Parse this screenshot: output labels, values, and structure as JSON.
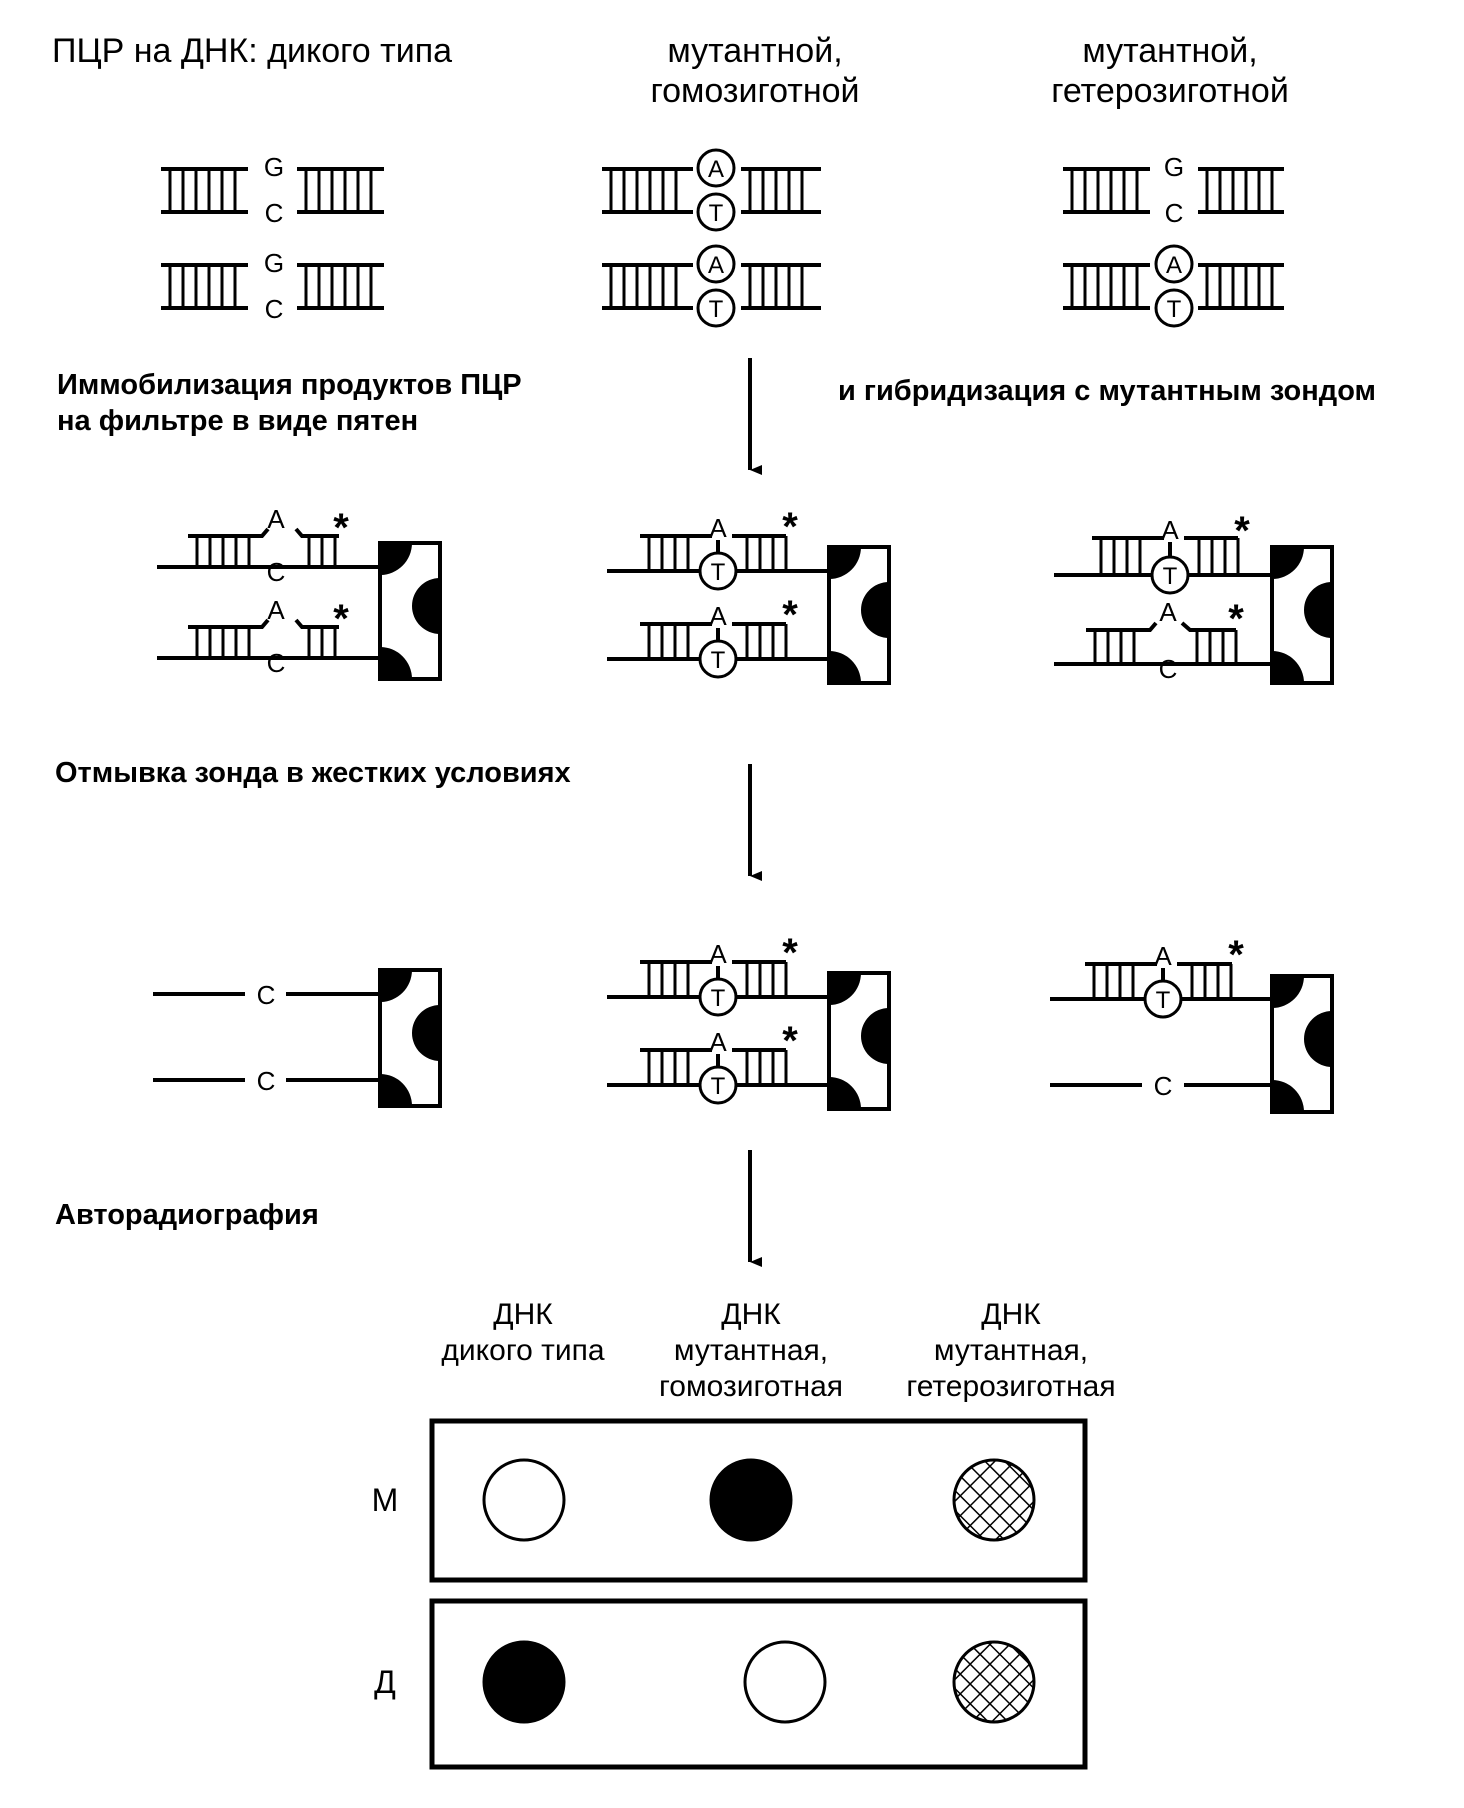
{
  "header": {
    "pcr": "ПЦР на ДНК: дикого типа",
    "mut_homo": [
      "мутантной,",
      "гомозиготной"
    ],
    "mut_hetero": [
      "мутантной,",
      "гетерозиготной"
    ]
  },
  "steps": {
    "immobilization": [
      "Иммобилизация продуктов ПЦР",
      "на фильтре в виде пятен"
    ],
    "hybridization": "и гибридизация с мутантным зондом",
    "wash": "Отмывка зонда в жестких условиях",
    "autoradiography": "Авторадиография"
  },
  "bases": {
    "g": "G",
    "c": "C",
    "a": "A",
    "t": "T"
  },
  "probe_mark": "*",
  "results": {
    "columns": [
      [
        "ДНК",
        "дикого типа"
      ],
      [
        "ДНК",
        "мутантная,",
        "гомозиготная"
      ],
      [
        "ДНК",
        "мутантная,",
        "гетерозиготная"
      ]
    ],
    "rows": [
      "М",
      "Д"
    ]
  }
}
